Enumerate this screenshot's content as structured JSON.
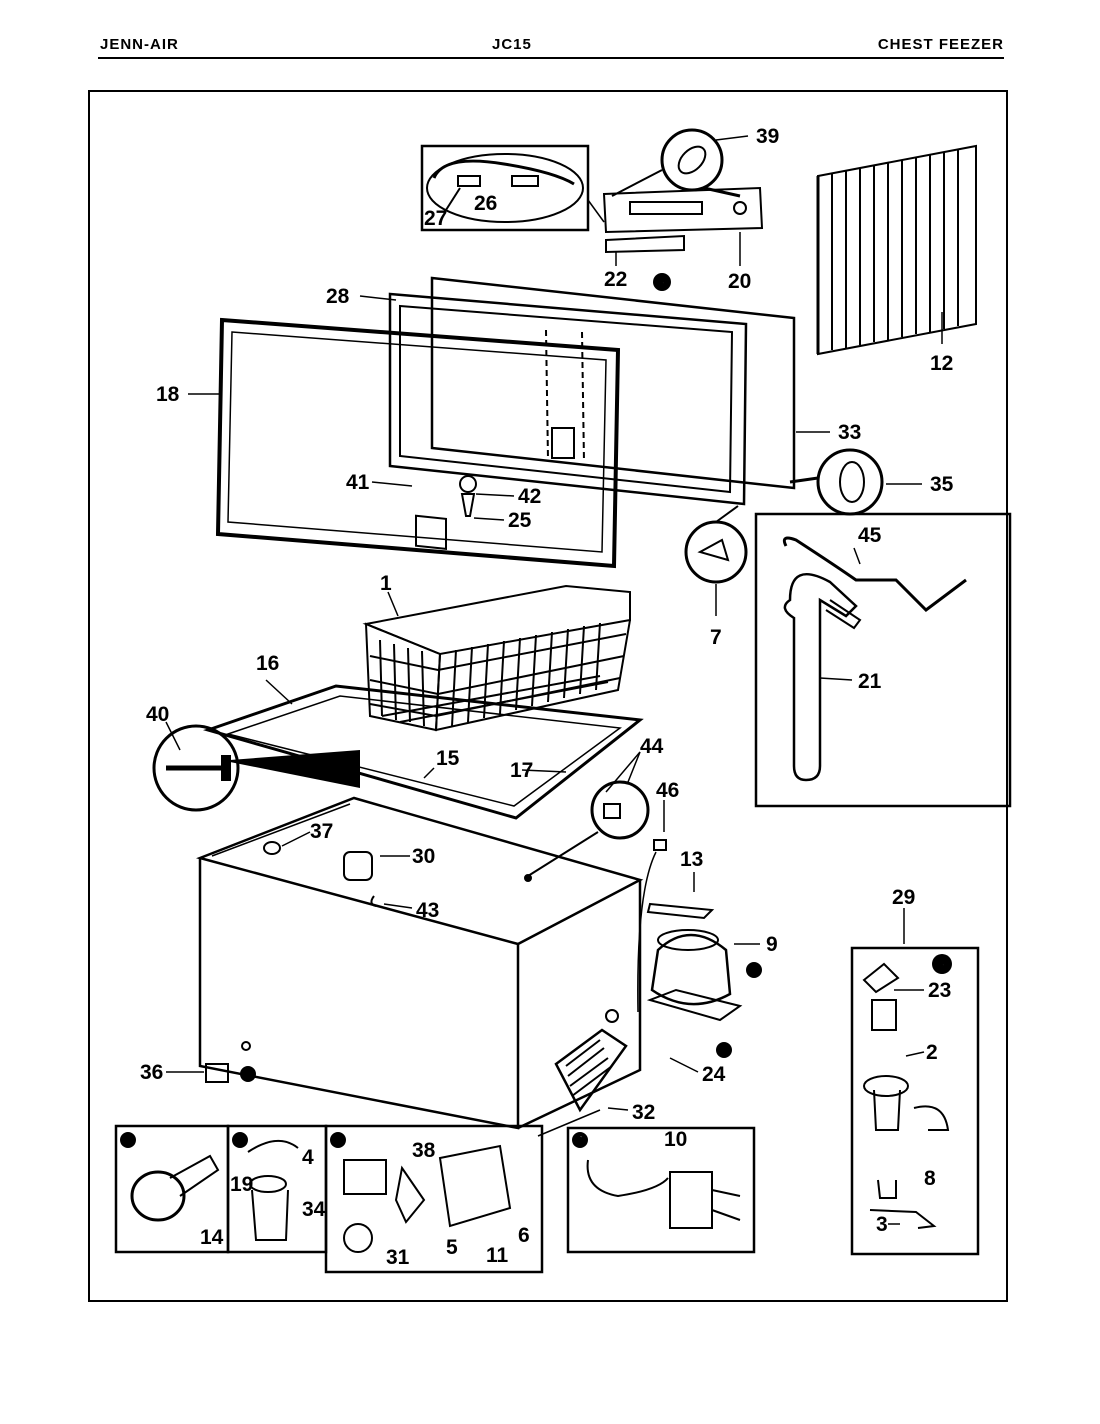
{
  "header": {
    "brand": "JENN-AIR",
    "model": "JC15",
    "product": "CHEST FEEZER"
  },
  "callouts": {
    "c1": "1",
    "c2": "2",
    "c3": "3",
    "c4": "4",
    "c5": "5",
    "c6": "6",
    "c7": "7",
    "c8": "8",
    "c9": "9",
    "c10": "10",
    "c11": "11",
    "c12": "12",
    "c13": "13",
    "c14": "14",
    "c15": "15",
    "c16": "16",
    "c17": "17",
    "c18": "18",
    "c19": "19",
    "c20": "20",
    "c21": "21",
    "c22": "22",
    "c23": "23",
    "c24": "24",
    "c25": "25",
    "c26": "26",
    "c27": "27",
    "c28": "28",
    "c29": "29",
    "c30": "30",
    "c31": "31",
    "c32": "32",
    "c33": "33",
    "c34": "34",
    "c35": "35",
    "c36": "36",
    "c37": "37",
    "c38": "38",
    "c39": "39",
    "c40": "40",
    "c41": "41",
    "c42": "42",
    "c43": "43",
    "c44": "44",
    "c45": "45",
    "c46": "46"
  },
  "detail_keys": {
    "k1": "1",
    "k2": "2",
    "k3": "3",
    "k4": "4",
    "k5": "5"
  }
}
